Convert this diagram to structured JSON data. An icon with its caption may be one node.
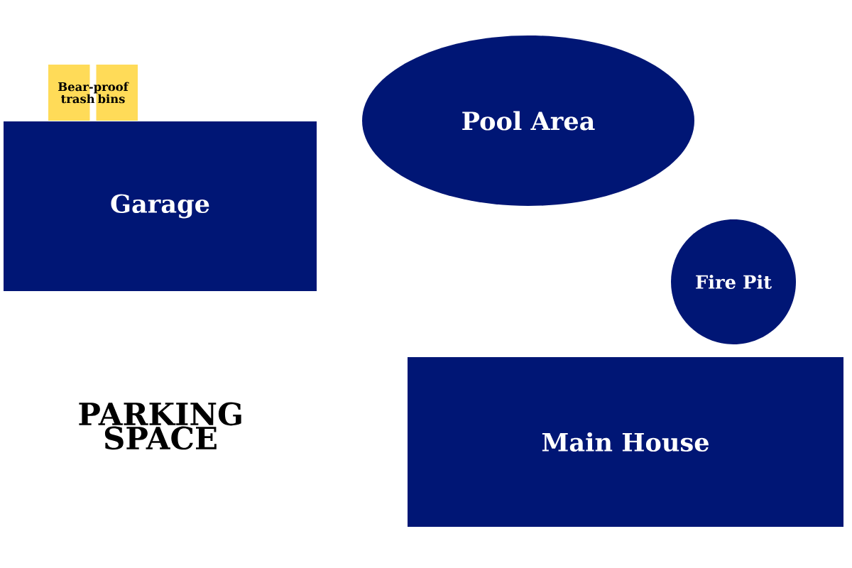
{
  "diagram": {
    "nodes": [
      {
        "text": [
          "Bear-proof trash bins"
        ]
      },
      {
        "text": [
          "Garage"
        ]
      },
      {
        "text": [
          "Pool Area"
        ]
      },
      {
        "text": [
          "Fire Pit"
        ]
      },
      {
        "text": [
          "Main House"
        ]
      }
    ],
    "labels": [
      "PARKING SPACE"
    ]
  }
}
